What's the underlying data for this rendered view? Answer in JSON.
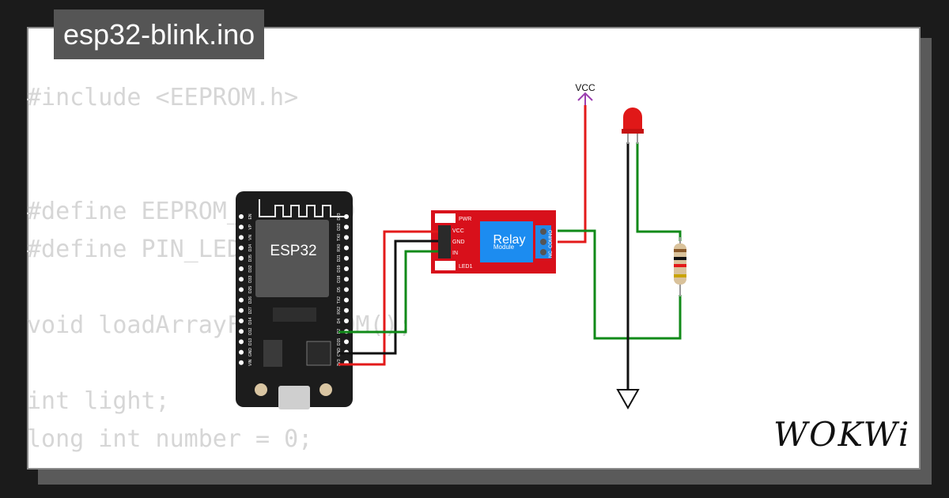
{
  "project": {
    "filename": "esp32-blink.ino"
  },
  "code_lines": [
    "#include <EEPROM.h>",
    "#define EEPROM_SIZE 100",
    "#define PIN_LED 2",
    "void loadArrayFromEEPROM();",
    "int light;",
    "long int number = 0;"
  ],
  "board": {
    "label": "ESP32",
    "left_pins": [
      "EN",
      "VP",
      "VN",
      "D34",
      "D35",
      "D32",
      "D33",
      "D25",
      "D26",
      "D27",
      "D14",
      "D12",
      "D13",
      "GND",
      "VIN"
    ],
    "right_pins": [
      "D23",
      "D22",
      "TX0",
      "RX0",
      "D21",
      "D19",
      "D18",
      "D5",
      "TX2",
      "RX2",
      "D4",
      "D2",
      "D15",
      "GND",
      "3V3"
    ]
  },
  "relay": {
    "title": "Relay",
    "subtitle": "Module",
    "pwr_label": "PWR",
    "led_label": "LED1",
    "pins": [
      "VCC",
      "GND",
      "IN"
    ],
    "contacts": [
      "NC",
      "COM",
      "NO"
    ]
  },
  "power": {
    "vcc_label": "VCC"
  },
  "branding": {
    "logo": "WOKWi"
  },
  "colors": {
    "wire_red": "#e31a1a",
    "wire_black": "#111111",
    "wire_green": "#108a18",
    "relay_board": "#d8101b",
    "vcc_symbol": "#9b3fb0"
  }
}
